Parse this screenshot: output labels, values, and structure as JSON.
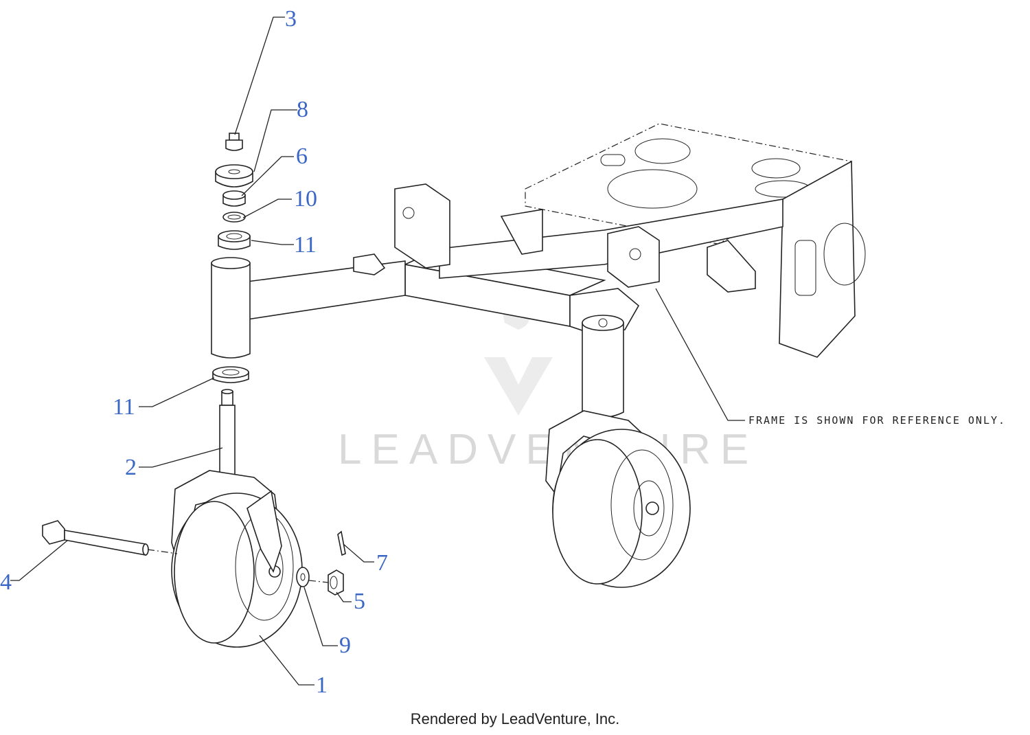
{
  "callouts": [
    {
      "id": "c3",
      "label": "3"
    },
    {
      "id": "c8",
      "label": "8"
    },
    {
      "id": "c6",
      "label": "6"
    },
    {
      "id": "c10",
      "label": "10"
    },
    {
      "id": "c11a",
      "label": "11"
    },
    {
      "id": "c11b",
      "label": "11"
    },
    {
      "id": "c2",
      "label": "2"
    },
    {
      "id": "c4",
      "label": "4"
    },
    {
      "id": "c7",
      "label": "7"
    },
    {
      "id": "c5",
      "label": "5"
    },
    {
      "id": "c9",
      "label": "9"
    },
    {
      "id": "c1",
      "label": "1"
    }
  ],
  "frame_note": "FRAME IS SHOWN FOR REFERENCE ONLY.",
  "watermark": "LEADVENTURE",
  "footer": "Rendered by LeadVenture, Inc.",
  "colors": {
    "callout": "#3a66c4",
    "line": "#222222",
    "watermark": "#d9d9d9"
  }
}
